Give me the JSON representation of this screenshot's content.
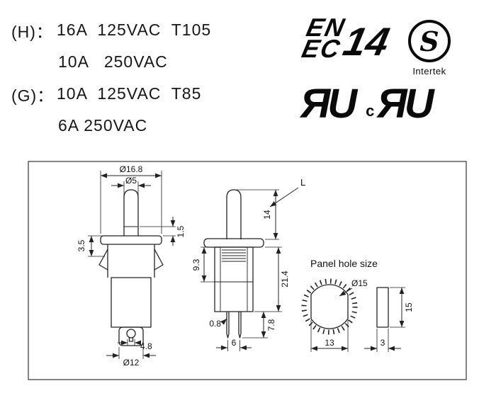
{
  "ratings": {
    "h_label": "(H)：",
    "h_line1": "16A  125VAC  T105",
    "h_line2": "10A   250VAC",
    "g_label": "(G)：",
    "g_line1": "10A  125VAC  T85",
    "g_line2": "6A 250VAC"
  },
  "logos": {
    "enec_top": "EN",
    "enec_bottom": "EC",
    "enec_number": "14",
    "intertek_s": "S",
    "intertek_label": "Intertek",
    "ul_us": "ЯU",
    "ul_c": "c",
    "ul_ca": "ЯU"
  },
  "drawing": {
    "panel_hole_title": "Panel hole size",
    "dims": {
      "flange_dia": "Ø16.8",
      "button_dia": "Ø5",
      "left_height": "3.5",
      "flange_thick": "1.5",
      "keyhole": "4.8",
      "bottom_dia": "Ø12",
      "upper_body": "9.3",
      "body_height": "21.4",
      "button_height": "14",
      "lead_label": "L",
      "pin_width": "0.8",
      "pin_pitch": "6",
      "pin_length": "7.8",
      "hole_dia": "Ø15",
      "hole_width": "13",
      "panel_height": "15",
      "panel_thick": "3"
    }
  }
}
